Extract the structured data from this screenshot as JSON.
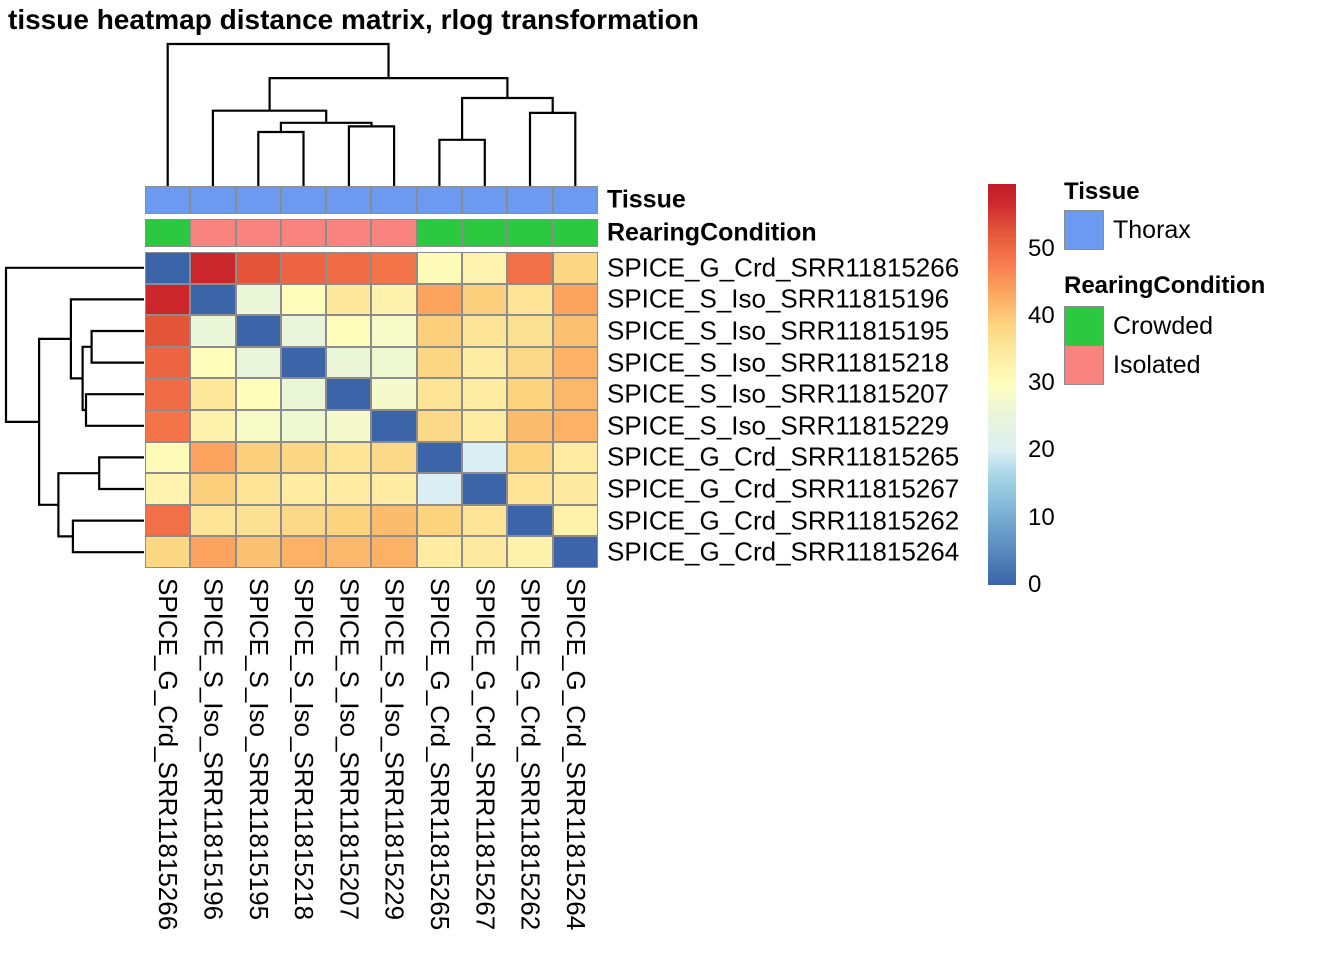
{
  "title": "tissue heatmap distance matrix, rlog transformation",
  "annotations": {
    "tissue_label": "Tissue",
    "rearing_label": "RearingCondition"
  },
  "legend": {
    "tissue": {
      "title": "Tissue",
      "items": [
        {
          "label": "Thorax",
          "color": "#6C9AF0"
        }
      ]
    },
    "rearing": {
      "title": "RearingCondition",
      "items": [
        {
          "label": "Crowded",
          "color": "#2CC840"
        },
        {
          "label": "Isolated",
          "color": "#F9837E"
        }
      ]
    }
  },
  "chart_data": {
    "type": "heatmap",
    "title": "tissue heatmap distance matrix, rlog transformation",
    "samples": [
      "SPICE_G_Crd_SRR11815266",
      "SPICE_S_Iso_SRR11815196",
      "SPICE_S_Iso_SRR11815195",
      "SPICE_S_Iso_SRR11815218",
      "SPICE_S_Iso_SRR11815207",
      "SPICE_S_Iso_SRR11815229",
      "SPICE_G_Crd_SRR11815265",
      "SPICE_G_Crd_SRR11815267",
      "SPICE_G_Crd_SRR11815262",
      "SPICE_G_Crd_SRR11815264"
    ],
    "matrix": [
      [
        0,
        57.5,
        53,
        51,
        50,
        49,
        31,
        32.5,
        49.5,
        38.5
      ],
      [
        57.5,
        0,
        26,
        30.5,
        35.5,
        33,
        44,
        39.5,
        36,
        44
      ],
      [
        53,
        26,
        0,
        25.5,
        30.5,
        28.5,
        39.5,
        36,
        36.5,
        41
      ],
      [
        51,
        30.5,
        25.5,
        0,
        26,
        27,
        38.5,
        34.5,
        38,
        42.5
      ],
      [
        50,
        35.5,
        30.5,
        26,
        0,
        28,
        36,
        34.5,
        39,
        42
      ],
      [
        49,
        33,
        28.5,
        27,
        28,
        0,
        38,
        34.5,
        41.5,
        42.5
      ],
      [
        31,
        44,
        39.5,
        38.5,
        36,
        38,
        0,
        20,
        39,
        34.5
      ],
      [
        32.5,
        39.5,
        36,
        34.5,
        34.5,
        34.5,
        20,
        0,
        36,
        35
      ],
      [
        49.5,
        36,
        36.5,
        38,
        39,
        41.5,
        39,
        36,
        0,
        33
      ],
      [
        38.5,
        44,
        41,
        42.5,
        42,
        42.5,
        34.5,
        35,
        33,
        0
      ]
    ],
    "scale": {
      "min": 0,
      "max": 60,
      "colorbar_ticks": [
        50,
        40,
        30,
        20,
        10,
        0
      ]
    },
    "colormap_stops": [
      {
        "f": 0.0,
        "c": "#3B64A9"
      },
      {
        "f": 0.17,
        "c": "#77AED2"
      },
      {
        "f": 0.28,
        "c": "#ABD9E9"
      },
      {
        "f": 0.335,
        "c": "#DCEFF2"
      },
      {
        "f": 0.43,
        "c": "#EAF5D9"
      },
      {
        "f": 0.5,
        "c": "#FEFFBF"
      },
      {
        "f": 0.585,
        "c": "#FDE99E"
      },
      {
        "f": 0.65,
        "c": "#FCD480"
      },
      {
        "f": 0.72,
        "c": "#FBAB62"
      },
      {
        "f": 0.8,
        "c": "#F87C4E"
      },
      {
        "f": 0.88,
        "c": "#E4563A"
      },
      {
        "f": 0.95,
        "c": "#CE2A2E"
      },
      {
        "f": 1.0,
        "c": "#C01B28"
      }
    ],
    "column_annotations": {
      "Tissue": [
        "Thorax",
        "Thorax",
        "Thorax",
        "Thorax",
        "Thorax",
        "Thorax",
        "Thorax",
        "Thorax",
        "Thorax",
        "Thorax"
      ],
      "RearingCondition": [
        "Crowded",
        "Isolated",
        "Isolated",
        "Isolated",
        "Isolated",
        "Isolated",
        "Crowded",
        "Crowded",
        "Crowded",
        "Crowded"
      ]
    },
    "annotation_colors": {
      "Thorax": "#6C9AF0",
      "Crowded": "#2CC840",
      "Isolated": "#F9837E"
    },
    "dendrogram_merges": [
      {
        "a": 2,
        "b": 3,
        "h": 0.38
      },
      {
        "a": 4,
        "b": 5,
        "h": 0.42
      },
      {
        "a": "m0",
        "b": "m1",
        "h": 0.445
      },
      {
        "a": 1,
        "b": "m2",
        "h": 0.53
      },
      {
        "a": 6,
        "b": 7,
        "h": 0.325
      },
      {
        "a": 8,
        "b": 9,
        "h": 0.515
      },
      {
        "a": "m4",
        "b": "m5",
        "h": 0.62
      },
      {
        "a": "m3",
        "b": "m6",
        "h": 0.76
      },
      {
        "a": 0,
        "b": "m7",
        "h": 1.0
      }
    ],
    "legend_position": "right",
    "grid": true
  }
}
